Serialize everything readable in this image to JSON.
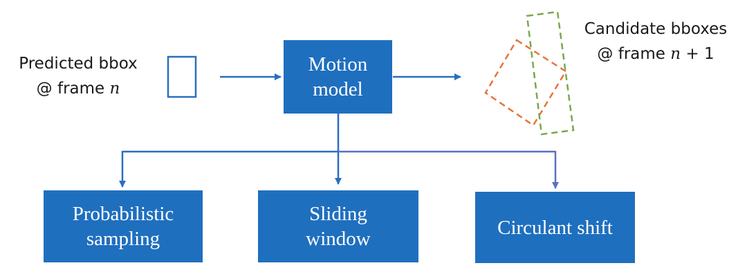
{
  "input_label": {
    "line1": "Predicted bbox",
    "line2_prefix": "@ frame ",
    "line2_var": "n"
  },
  "output_label": {
    "line1": "Candidate bboxes",
    "line2_prefix": "@ frame ",
    "line2_var": "n",
    "line2_suffix": " + 1"
  },
  "motion_model": {
    "line1": "Motion",
    "line2": "model"
  },
  "strategies": [
    {
      "line1": "Probabilistic",
      "line2": "sampling"
    },
    {
      "line1": "Sliding",
      "line2": "window"
    },
    {
      "line1": "Circulant shift",
      "line2": ""
    }
  ],
  "colors": {
    "box_fill": "#1f6fbf",
    "arrow": "#2a6fbf",
    "arrow_right_branch": "#5b6fc4",
    "predicted_bbox_stroke": "#2a6fbf",
    "candidate_orange": "#e8733a",
    "candidate_green": "#7aa84a"
  }
}
